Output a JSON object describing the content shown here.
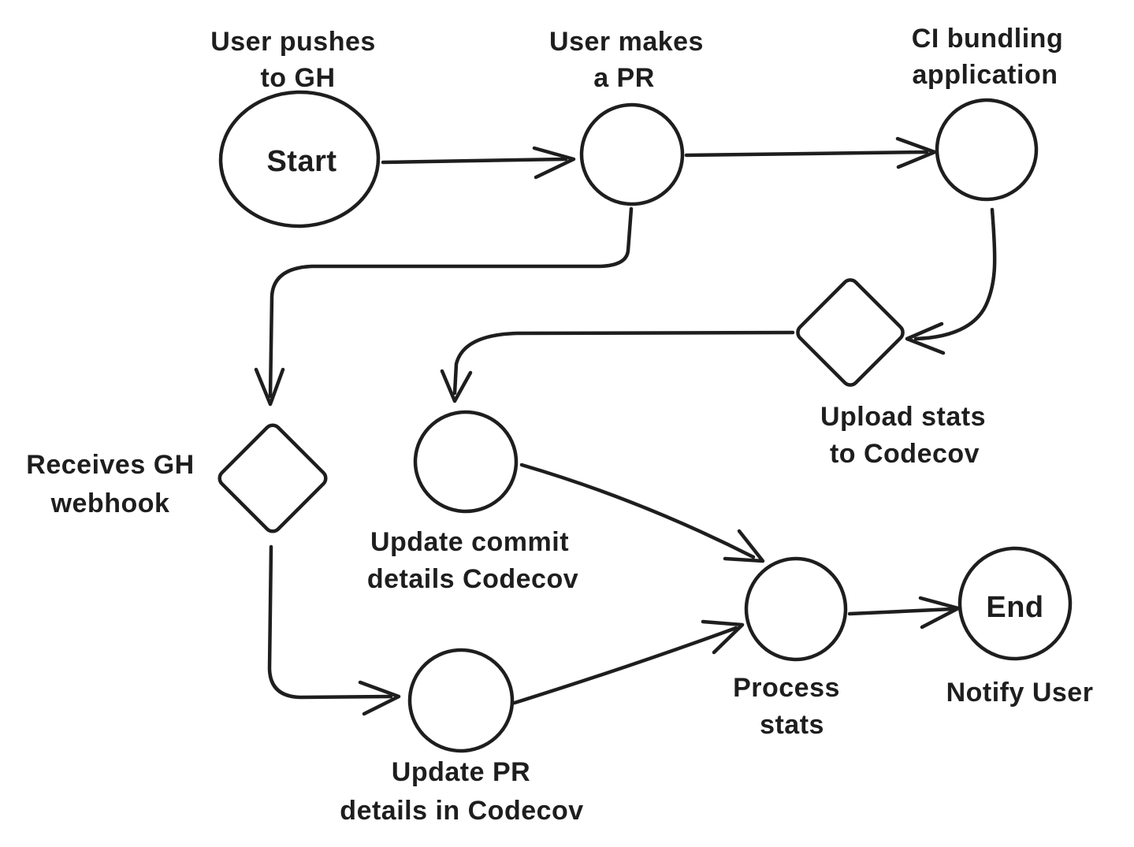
{
  "diagram": {
    "type": "flowchart",
    "style": "hand-drawn",
    "colors": {
      "background": "#ffffff",
      "stroke": "#1e1e1e",
      "text": "#1e1e1e"
    },
    "nodes": {
      "start": {
        "shape": "ellipse",
        "text": "Start",
        "label": [
          "User pushes",
          "to GH"
        ]
      },
      "user_makes_pr": {
        "shape": "circle",
        "label": [
          "User makes",
          "a PR"
        ]
      },
      "ci_bundling": {
        "shape": "circle",
        "label": [
          "CI bundling",
          "application"
        ]
      },
      "upload_stats": {
        "shape": "diamond",
        "label": [
          "Upload stats",
          "to Codecov"
        ]
      },
      "receives_webhook": {
        "shape": "diamond",
        "label": [
          "Receives GH",
          "webhook"
        ]
      },
      "update_commit": {
        "shape": "circle",
        "label": [
          "Update commit",
          "details Codecov"
        ]
      },
      "update_pr": {
        "shape": "circle",
        "label": [
          "Update PR",
          "details in Codecov"
        ]
      },
      "process_stats": {
        "shape": "circle",
        "label": [
          "Process",
          "stats"
        ]
      },
      "end": {
        "shape": "circle",
        "text": "End",
        "label": [
          "Notify User"
        ]
      }
    },
    "edges": [
      {
        "from": "start",
        "to": "user_makes_pr"
      },
      {
        "from": "user_makes_pr",
        "to": "ci_bundling"
      },
      {
        "from": "ci_bundling",
        "to": "upload_stats"
      },
      {
        "from": "user_makes_pr",
        "to": "receives_webhook"
      },
      {
        "from": "upload_stats",
        "to": "update_commit"
      },
      {
        "from": "receives_webhook",
        "to": "update_pr"
      },
      {
        "from": "update_commit",
        "to": "process_stats"
      },
      {
        "from": "update_pr",
        "to": "process_stats"
      },
      {
        "from": "process_stats",
        "to": "end"
      }
    ]
  }
}
